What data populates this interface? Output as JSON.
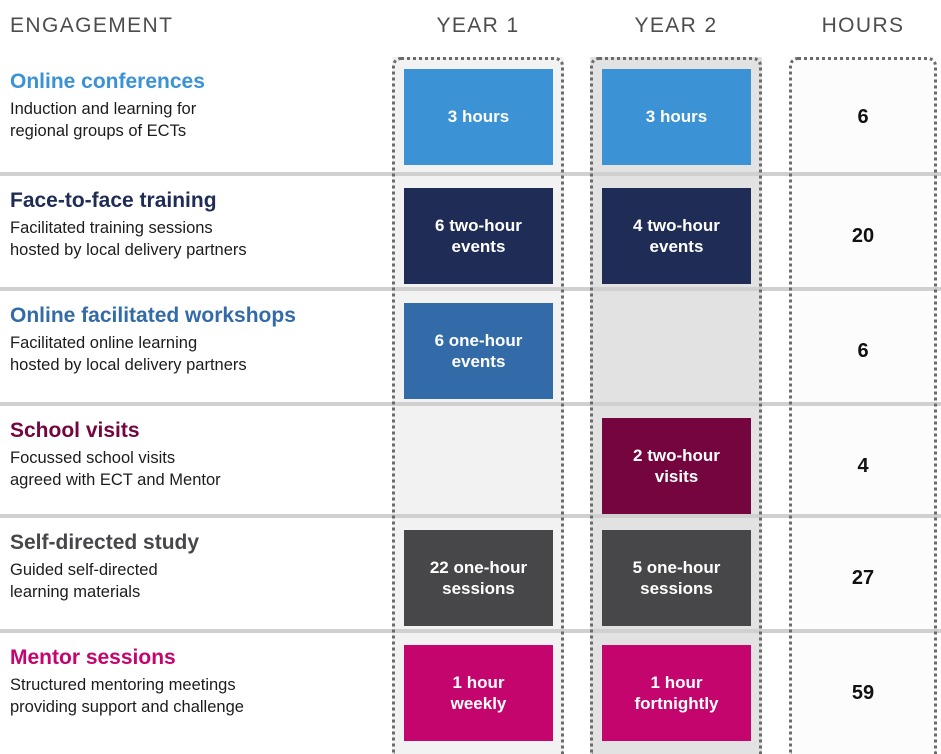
{
  "header": {
    "engagement_label": "ENGAGEMENT",
    "year1_label": "YEAR 1",
    "year2_label": "YEAR 2",
    "hours_label": "HOURS"
  },
  "colors": {
    "light_blue": "#3b92d4",
    "navy": "#1f2d56",
    "steel_blue": "#336ba8",
    "maroon": "#74053f",
    "dark_grey": "#474749",
    "magenta": "#c4056e",
    "band_year1": "#f2f2f2",
    "band_year2": "#e2e2e2",
    "separator": "#d0d0d0",
    "header_text": "#4d4d4d"
  },
  "rows": [
    {
      "title": "Online conferences",
      "title_color": "#3b92d4",
      "sub_line1": "Induction and learning for",
      "sub_line2": "regional groups of ECTs",
      "year1": {
        "line1": "3 hours",
        "line2": "",
        "color": "#3b92d4",
        "empty": false
      },
      "year2": {
        "line1": "3 hours",
        "line2": "",
        "color": "#3b92d4",
        "empty": false
      },
      "hours": "6"
    },
    {
      "title": "Face-to-face training",
      "title_color": "#1f2d56",
      "sub_line1": "Facilitated training sessions",
      "sub_line2": "hosted by local delivery partners",
      "year1": {
        "line1": "6 two-hour",
        "line2": "events",
        "color": "#1f2d56",
        "empty": false
      },
      "year2": {
        "line1": "4 two-hour",
        "line2": "events",
        "color": "#1f2d56",
        "empty": false
      },
      "hours": "20"
    },
    {
      "title": "Online facilitated workshops",
      "title_color": "#336ba8",
      "sub_line1": "Facilitated online learning",
      "sub_line2": "hosted by local delivery partners",
      "year1": {
        "line1": "6 one-hour",
        "line2": "events",
        "color": "#336ba8",
        "empty": false
      },
      "year2": {
        "line1": "",
        "line2": "",
        "color": "",
        "empty": true
      },
      "hours": "6"
    },
    {
      "title": "School visits",
      "title_color": "#74053f",
      "sub_line1": "Focussed school visits",
      "sub_line2": "agreed with ECT and Mentor",
      "year1": {
        "line1": "",
        "line2": "",
        "color": "",
        "empty": true
      },
      "year2": {
        "line1": "2 two-hour",
        "line2": "visits",
        "color": "#74053f",
        "empty": false
      },
      "hours": "4"
    },
    {
      "title": "Self-directed study",
      "title_color": "#474749",
      "sub_line1": "Guided self-directed",
      "sub_line2": "learning materials",
      "year1": {
        "line1": "22 one-hour",
        "line2": "sessions",
        "color": "#474749",
        "empty": false
      },
      "year2": {
        "line1": "5 one-hour",
        "line2": "sessions",
        "color": "#474749",
        "empty": false
      },
      "hours": "27"
    },
    {
      "title": "Mentor sessions",
      "title_color": "#c4056e",
      "sub_line1": "Structured mentoring meetings",
      "sub_line2": "providing support and challenge",
      "year1": {
        "line1": "1 hour",
        "line2": "weekly",
        "color": "#c4056e",
        "empty": false
      },
      "year2": {
        "line1": "1 hour",
        "line2": "fortnightly",
        "color": "#c4056e",
        "empty": false
      },
      "hours": "59"
    }
  ]
}
